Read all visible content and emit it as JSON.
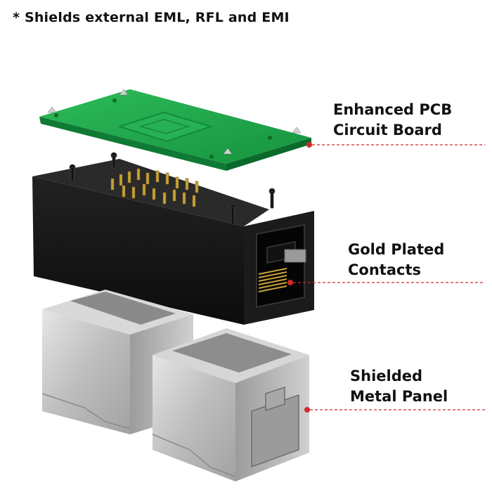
{
  "headline": "* Shields external EML, RFL and EMI",
  "callouts": [
    {
      "id": "pcb",
      "lines": [
        "Enhanced PCB",
        "Circuit Board"
      ]
    },
    {
      "id": "contacts",
      "lines": [
        "Gold Plated",
        "Contacts"
      ]
    },
    {
      "id": "panel",
      "lines": [
        "Shielded",
        "Metal Panel"
      ]
    }
  ],
  "colors": {
    "pcb_green": "#1fa44a",
    "housing_black": "#1a1a1a",
    "gold": "#c9a23a",
    "metal_silver": "#c8c8c8",
    "leader_red": "#d42a2a"
  }
}
